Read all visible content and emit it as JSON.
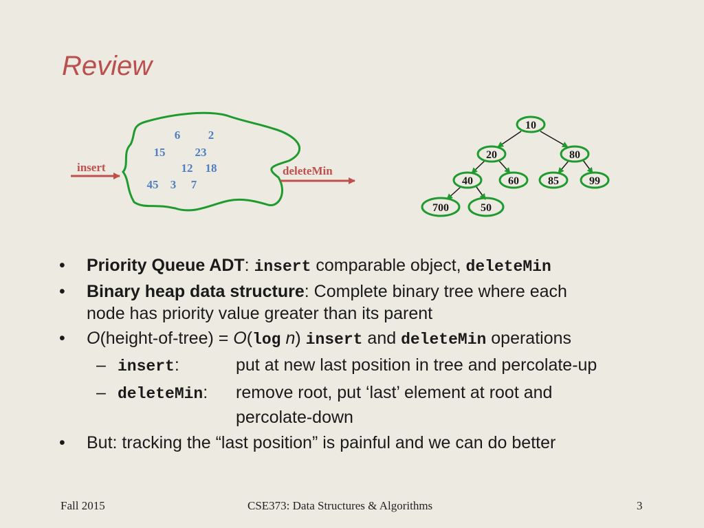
{
  "title": "Review",
  "blob": {
    "numbers": [
      "6",
      "2",
      "15",
      "23",
      "12",
      "18",
      "45",
      "3",
      "7"
    ],
    "insert_label": "insert",
    "deletemin_label": "deleteMin"
  },
  "tree": {
    "nodes": [
      "10",
      "20",
      "80",
      "40",
      "60",
      "85",
      "99",
      "700",
      "50"
    ]
  },
  "bullets": {
    "b1": {
      "bold": "Priority Queue ADT",
      "colon": ": ",
      "code1": "insert",
      "mid": " comparable object, ",
      "code2": "deleteMin"
    },
    "b2": {
      "bold": "Binary heap data structure",
      "rest": ": Complete binary tree where each",
      "cont": "node has priority value greater than its parent"
    },
    "b3": {
      "o1": "O",
      "t1": "(height-of-tree) = ",
      "o2": "O",
      "t2": "(",
      "log": "log",
      "n": " n",
      "t3": ") ",
      "code1": "insert",
      "t4": " and ",
      "code2": "deleteMin",
      "t5": " operations"
    },
    "s1": {
      "code": "insert",
      "colon": ":",
      "text": "put at new last position in tree and percolate-up"
    },
    "s2": {
      "code": "deleteMin",
      "colon": ":",
      "text": "remove root, put ‘last’ element at root and",
      "cont": "percolate-down"
    },
    "b4": {
      "text": "But: tracking the “last position” is painful and we can do better"
    }
  },
  "footer": {
    "left": "Fall 2015",
    "center": "CSE373: Data Structures & Algorithms",
    "page": "3"
  },
  "colors": {
    "title": "#b9504f",
    "blob_numbers": "#4f7fbf",
    "green": "#1f9a2e",
    "arrow_red": "#c0504d",
    "background": "#edeae1"
  }
}
